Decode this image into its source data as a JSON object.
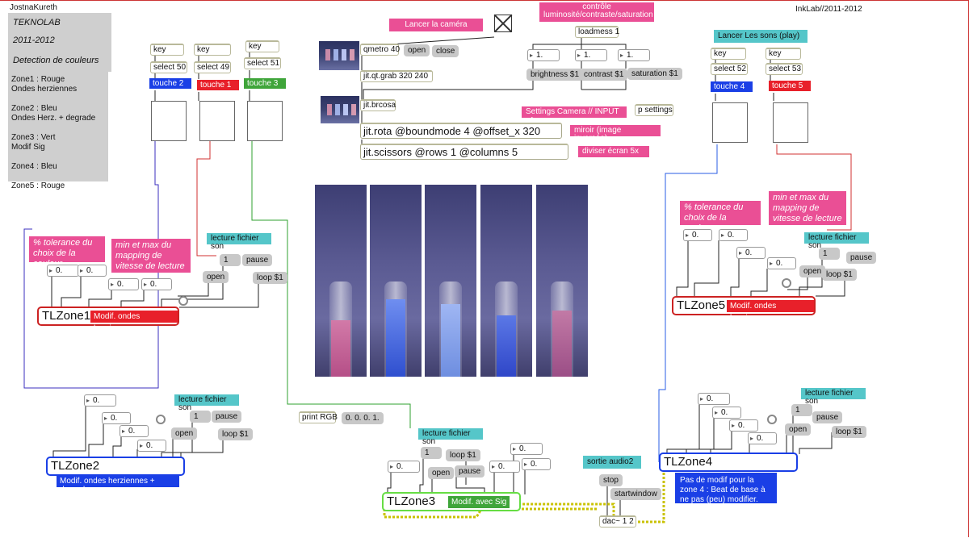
{
  "header": {
    "left_user": "JostnaKureth",
    "right_text": "InkLab//2011-2012"
  },
  "project": {
    "name": "TEKNOLAB",
    "year": "2011-2012",
    "section": "Detection de couleurs"
  },
  "zones_desc": [
    {
      "line1": "Zone1 : Rouge",
      "line2": "Ondes herziennes"
    },
    {
      "line1": "Zone2 : Bleu",
      "line2": "Ondes Herz. + degrade"
    },
    {
      "line1": "Zone3 : Vert",
      "line2": "Modif Sig"
    },
    {
      "line1": "Zone4 : Bleu",
      "line2": ""
    },
    {
      "line1": "Zone5 : Rouge",
      "line2": ""
    }
  ],
  "keys": [
    {
      "key": "key",
      "select": "select 50",
      "touche": "touche 2",
      "color": "#1a3fe6"
    },
    {
      "key": "key",
      "select": "select 49",
      "touche": "touche 1",
      "color": "#e8202a"
    },
    {
      "key": "key",
      "select": "select 51",
      "touche": "touche 3",
      "color": "#3fa53a"
    },
    {
      "key": "key",
      "select": "select 52",
      "touche": "touche 4",
      "color": "#1a3fe6"
    },
    {
      "key": "key",
      "select": "select 53",
      "touche": "touche 5",
      "color": "#e8202a"
    }
  ],
  "camera": {
    "launch": "Lancer la caméra",
    "qmetro": "qmetro 40",
    "open": "open",
    "close": "close",
    "grab": "jit.qt.grab 320 240",
    "brcosa": "jit.brcosa",
    "rota": "jit.rota @boundmode 4 @offset_x 320",
    "scissors": "jit.scissors @rows 1 @columns 5",
    "settings_note": "Settings Camera // INPUT -->",
    "psettings": "p settings",
    "miroir": "miroir (image inversée)",
    "diviser": "diviser écran 5x"
  },
  "controle": {
    "title_line1": "contrôle",
    "title_line2": "luminosité/contraste/saturation",
    "loadmess": "loadmess 1",
    "num": "1.",
    "brightness": "brightness $1",
    "contrast": "contrast $1",
    "saturation": "saturation $1"
  },
  "sons": {
    "launch": "Lancer Les sons (play)"
  },
  "common": {
    "zero": "0.",
    "one": "1",
    "open": "open",
    "pause": "pause",
    "loop": "loop $1",
    "lecture": "lecture fichier son",
    "tolerance": "% tolerance du choix de la couleur",
    "minmax": "min et max du mapping de vitesse de lecture"
  },
  "tlzones": {
    "z1": {
      "name": "TLZone1",
      "sub": "Modif. ondes herziennes"
    },
    "z2": {
      "name": "TLZone2",
      "sub": "Modif. ondes herziennes + degrade"
    },
    "z3": {
      "name": "TLZone3",
      "sub": "Modif. avec Sig"
    },
    "z4": {
      "name": "TLZone4",
      "sub": "Pas de modif pour la zone 4 : Beat de base à ne pas (peu) modifier."
    },
    "z5": {
      "name": "TLZone5",
      "sub": "Modif. ondes herziennes"
    }
  },
  "print": {
    "obj": "print RGB",
    "msg": "0. 0. 0. 1."
  },
  "audio": {
    "label": "sortie audio2",
    "stop": "stop",
    "startwindow": "startwindow",
    "dac": "dac~ 1 2"
  },
  "colors": {
    "pink": "#ea4f95",
    "teal": "#55c6c9",
    "blue": "#1a3fe6",
    "red": "#e8202a",
    "green": "#3fa53a"
  }
}
